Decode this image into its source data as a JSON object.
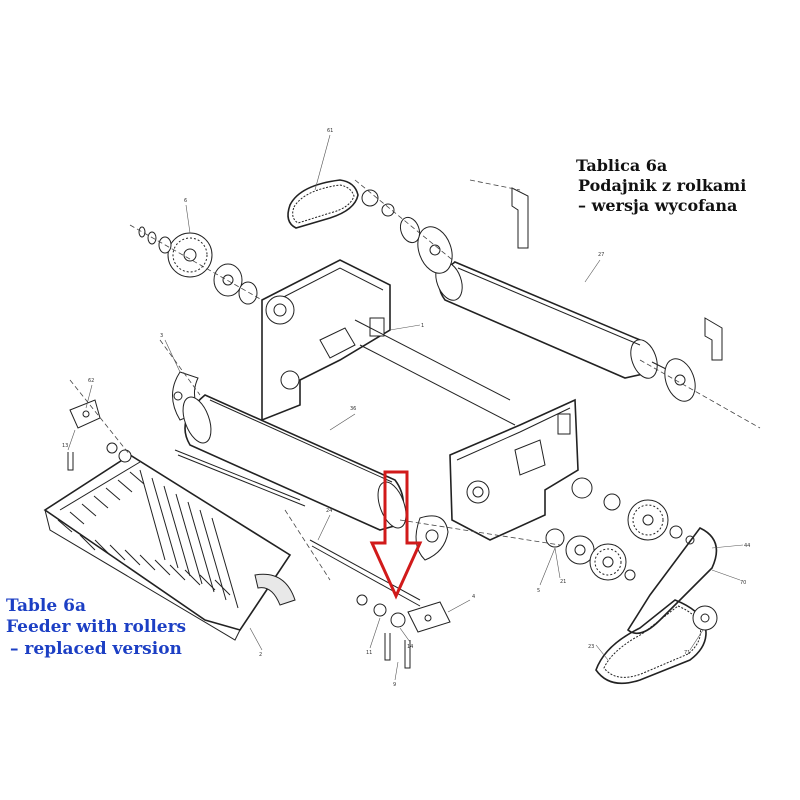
{
  "caption_pl": {
    "line1": "Tablica 6a",
    "line2": "Podajnik z rolkami",
    "line3": "– wersja wycofana"
  },
  "caption_en": {
    "line1": "Table 6a",
    "line2": "Feeder with rollers",
    "line3": "– replaced version"
  },
  "callouts": {
    "c1": "27",
    "c2": "36",
    "c3": "44",
    "c4": "70",
    "c5": "71",
    "c6": "23",
    "c7": "3",
    "c8": "1",
    "c9": "2",
    "c10": "21",
    "c11": "9",
    "c12": "24",
    "c13": "14",
    "c14": "11",
    "c15": "6",
    "c16": "61",
    "c17": "62",
    "c18": "4",
    "c19": "5",
    "c20": "13"
  },
  "colors": {
    "english_caption": "#1c3fc4",
    "polish_caption": "#111111",
    "highlight_arrow": "#d11a1a",
    "line_art": "#222222"
  }
}
